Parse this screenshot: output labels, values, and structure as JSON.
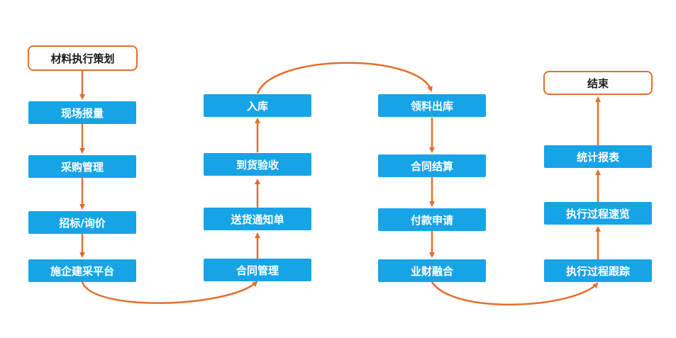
{
  "colors": {
    "step_fill": "#17a4e6",
    "step_text": "#ffffff",
    "terminal_border": "#e26f2f",
    "arrow": "#e26f2f"
  },
  "flow": {
    "start": "材料执行策划",
    "col1": [
      "现场报量",
      "采购管理",
      "招标/询价",
      "施企建采平台"
    ],
    "col2": [
      "合同管理",
      "送货通知单",
      "到货验收",
      "入库"
    ],
    "col3": [
      "领料出库",
      "合同结算",
      "付款申请",
      "业财融合"
    ],
    "col4": [
      "执行过程跟踪",
      "执行过程速览",
      "统计报表"
    ],
    "end": "结束"
  }
}
